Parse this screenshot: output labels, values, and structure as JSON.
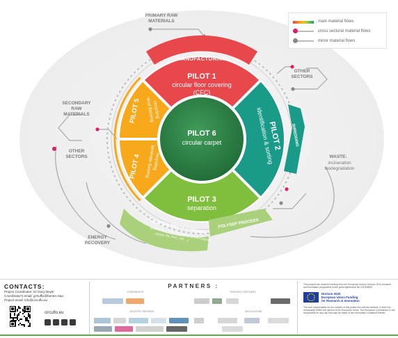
{
  "diagram": {
    "pilot1": {
      "title": "PILOT 1",
      "line1": "circular floor covering",
      "line2": "(CFC)"
    },
    "pilot2": {
      "title": "PILOT 2",
      "line1": "identification & sorting"
    },
    "pilot3": {
      "title": "PILOT 3",
      "line1": "separation"
    },
    "pilot4": {
      "title": "PILOT 4",
      "line1": "laminate flooring",
      "line2": "recycling"
    },
    "pilot5": {
      "title": "PILOT 5",
      "line1": "vinyl flooring",
      "line2": "recycling"
    },
    "pilot6": {
      "title": "PILOT 6",
      "line1": "circular carpet"
    },
    "manufacturing": "MANUFACTURING",
    "shredding": "SHREDDING",
    "polysep": "POLYSEP PROCESS",
    "sorted_streams": {
      "line1": "SORTED WASTE STREAMS",
      "line2": "ENRICHED FOR SPECIFIC COMPONENT",
      "line3": "(wood, PA, PVC, PP, ...)"
    },
    "primary_raw": {
      "line1": "PRIMARY RAW",
      "line2": "MATERIALS"
    },
    "secondary_raw": {
      "line1": "SECONDARY",
      "line2": "RAW",
      "line3": "MATERIALS"
    },
    "other_sectors_right": {
      "line1": "OTHER",
      "line2": "SECTORS"
    },
    "other_sectors_left": {
      "line1": "OTHER",
      "line2": "SECTORS"
    },
    "waste": {
      "line1": "WASTE:",
      "line2": "incineration",
      "line3": "biodegradation"
    },
    "energy": {
      "line1": "ENERGY",
      "line2": "RECOVERY"
    },
    "colors": {
      "red": "#e8474c",
      "teal": "#1a9b8a",
      "green": "#7fbf3d",
      "orange": "#f7a81b",
      "center": "#2e8a4a",
      "light_green": "#a9d07a",
      "pink": "#d6226b"
    }
  },
  "legend": {
    "main": "main material flows",
    "cross": "cross sectoral material flows",
    "minor": "minor material flows"
  },
  "footer": {
    "contacts_title": "CONTACTS:",
    "coordinator": "Project Coordinator: Dr Ducy Boyle",
    "coord_email": "Coordinator's email:  grSuffix@bentec.ttaa",
    "project_email": "Project email:  info@circuflo.eu",
    "site": "circuflo.eu",
    "partners_title": "PARTNERS :",
    "group_top_left": "COORDINATOR",
    "group_top_right": "RESEARCH PARTNERS",
    "group_bottom_left": "INDUSTRY PARTNERS",
    "group_bottom_right": "ASSOCIATIONS",
    "funding_text": "This project has received funding from the European Union's Horizon 2020 research and innovation programme under grant agreement No 101003853",
    "eu_line1": "Horizon 2020",
    "eu_line2": "European Union Funding",
    "eu_line3": "for Research & Innovation",
    "disclaimer": "The sole responsibility for the content of this poster lies with the authors. It does not necessarily reflect the opinion of the European Union. The European Commission is not responsible for any use that may be made of the information contained therein."
  }
}
